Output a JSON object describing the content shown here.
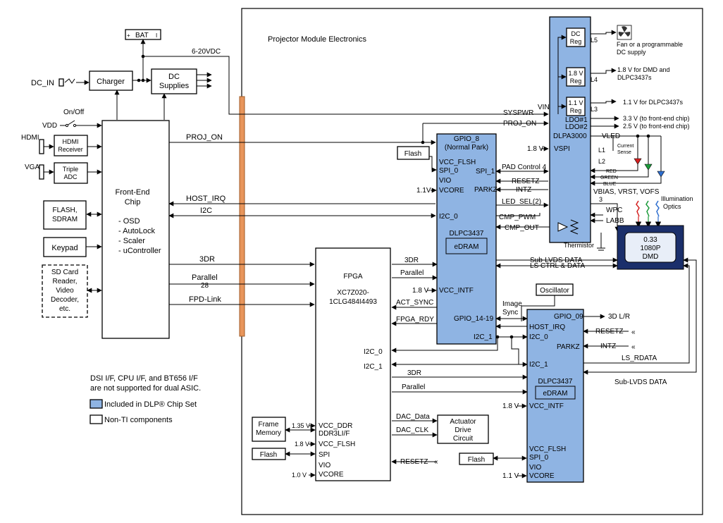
{
  "module_title": "Projector Module Electronics",
  "left": {
    "bat": "BAT",
    "bat_sym": "I",
    "dc_in": "DC_IN",
    "charger": "Charger",
    "dc_supplies": [
      "DC",
      "Supplies"
    ],
    "voltage": "6-20VDC",
    "onoff": "On/Off",
    "vdd": "VDD",
    "hdmi": "HDMI",
    "hdmi_rx": [
      "HDMI",
      "Receiver"
    ],
    "vga": "VGA",
    "triple_adc": [
      "Triple",
      "ADC"
    ],
    "flash_sdram": [
      "FLASH,",
      "SDRAM"
    ],
    "keypad": "Keypad",
    "sd_card": [
      "SD Card",
      "Reader,",
      "Video",
      "Decoder,",
      "etc."
    ],
    "fe_chip": [
      "Front-End",
      "Chip"
    ],
    "fe_features": [
      "- OSD",
      "- AutoLock",
      "- Scaler",
      "- uController"
    ]
  },
  "signals": {
    "proj_on": "PROJ_ON",
    "host_irq": "HOST_IRQ",
    "i2c": "I2C",
    "r3dr": "3DR",
    "parallel": "Parallel",
    "n28": "28",
    "fpd_link": "FPD-Link"
  },
  "fpga": {
    "title": "FPGA",
    "part": [
      "XC7Z020-",
      "1CLG484I4493"
    ],
    "i2c_0": "I2C_0",
    "i2c_1": "I2C_1",
    "r3dr": "3DR",
    "parallel": "Parallel",
    "act_sync": "ACT_SYNC",
    "fpga_rdy": "FPGA_RDY",
    "dac_data": "DAC_Data",
    "dac_clk": "DAC_CLK",
    "resetz": "RESETZ",
    "vcc_ddr": "VCC_DDR",
    "ddr3l": "DDR3LI/F",
    "vcc_flsh": "VCC_FLSH",
    "spi": "SPI",
    "vio": "VIO",
    "vcore": "VCORE",
    "v135": "1.35 V",
    "v18": "1.8 V",
    "v10": "1.0 V",
    "frame_memory": [
      "Frame",
      "Memory"
    ],
    "flash": "Flash"
  },
  "actuator": [
    "Actuator",
    "Drive",
    "Circuit"
  ],
  "dlpc_top": {
    "gpio8": [
      "GPIO_8",
      "(Normal Park)"
    ],
    "vcc_flsh": "VCC_FLSH",
    "spi_0": "SPI_0",
    "vio": "VIO",
    "vcore": "VCORE",
    "v11": "1.1V",
    "spi_1": "SPI_1",
    "parkz": "PARKZ",
    "i2c_0": "I2C_0",
    "name": "DLPC3437",
    "edram": "eDRAM",
    "vcc_intf": "VCC_INTF",
    "v18": "1.8 V",
    "gpio_14_19": "GPIO_14-19",
    "i2c_1": "I2C_1",
    "flash": "Flash"
  },
  "mid": {
    "pad_control": "PAD Control 4",
    "resetz": "RESETZ",
    "intz": "INTZ",
    "led_sel": "LED_SEL(2)",
    "cmp_pwm": "CMP_PWM",
    "cmp_out": "CMP_OUT",
    "oscillator": "Oscillator",
    "image_sync": [
      "Image",
      "Sync"
    ],
    "syspwr": "SYSPWR",
    "proj_on": "PROJ_ON",
    "vin": "VIN",
    "sub_lvds": "Sub-LVDS DATA",
    "ls_ctrl": "LS CTRL & DATA"
  },
  "dlpa": {
    "name": "DLPA3000",
    "dc_reg": [
      "DC",
      "Reg"
    ],
    "reg18": [
      "1.8 V",
      "Reg"
    ],
    "reg11": [
      "1.1 V",
      "Reg"
    ],
    "l5": "L5",
    "l4": "L4",
    "l3": "L3",
    "ldo1": "LDO#1",
    "ldo2": "LDO#2",
    "v18": "1.8 V",
    "vspi": "VSPI",
    "vled": "VLED",
    "l1": "L1",
    "l2": "L2",
    "current_sense": [
      "Current",
      "Sense"
    ],
    "red": "RED",
    "green": "GREEN",
    "blue": "BLUE",
    "bias": "VBIAS, VRST, VOFS",
    "n3": "3",
    "wpc": "WPC",
    "labb": "LABB",
    "thermistor": "Thermistor"
  },
  "outputs": {
    "fan": [
      "Fan or a programmable",
      "DC supply"
    ],
    "v18dmd": [
      "1.8 V for DMD and",
      "DLPC3437s"
    ],
    "v11": "1.1 V for DLPC3437s",
    "v33": "3.3 V (to front-end chip)",
    "v25": "2.5 V (to front-end chip)",
    "illum": [
      "Illumination",
      "Optics"
    ]
  },
  "dmd": [
    "0.33",
    "1080P",
    "DMD"
  ],
  "dlpc_bot": {
    "gpio09": "GPIO_09",
    "host_irq": "HOST_IRQ",
    "i2c_0": "I2C_0",
    "parkz": "PARKZ",
    "i2c_1": "I2C_1",
    "name": "DLPC3437",
    "edram": "eDRAM",
    "vcc_intf": "VCC_INTF",
    "vcc_flsh": "VCC_FLSH",
    "spi_0": "SPI_0",
    "vio": "VIO",
    "vcore": "VCORE",
    "v18": "1.8 V",
    "v11": "1.1 V",
    "l3dlr": "3D L/R",
    "resetz": "RESETZ",
    "intz": "INTZ",
    "ls_rdata": "LS_RDATA",
    "sub_lvds": "Sub-LVDS DATA",
    "flash": "Flash"
  },
  "notes": {
    "dsi": [
      "DSI I/F, CPU I/F, and BT656 I/F",
      "are not supported for dual ASIC."
    ],
    "legend_ti": "Included in DLP® Chip Set",
    "legend_nonti": "Non-TI components",
    "ti_color": "#8fb4e3"
  }
}
